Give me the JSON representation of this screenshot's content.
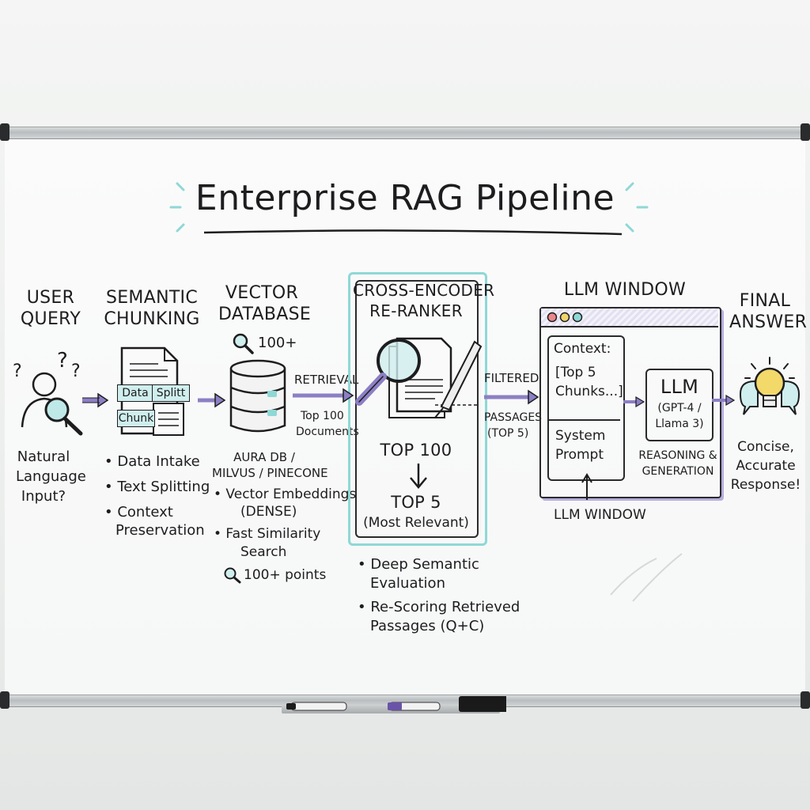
{
  "title": "Enterprise RAG Pipeline",
  "stages": {
    "user_query": {
      "heading": [
        "USER",
        "QUERY"
      ],
      "caption": [
        "Natural",
        "Language",
        "Input?"
      ]
    },
    "semantic_chunking": {
      "heading": [
        "SEMANTIC",
        "CHUNKING"
      ],
      "chips": [
        "Data",
        "Splitt",
        "Chunk"
      ],
      "bullets": [
        "• Data Intake",
        "• Text Splitting",
        "• Context",
        "Preservation"
      ]
    },
    "vector_database": {
      "heading": [
        "VECTOR",
        "DATABASE"
      ],
      "badge": "100+",
      "lines": [
        "AURA DB /",
        "MILVUS / PINECONE"
      ],
      "bullets": [
        "• Vector Embeddings",
        "(DENSE)",
        "• Fast Similarity",
        "Search"
      ],
      "footer": "100+ points"
    },
    "retrieval": {
      "label": "RETRIEVAL",
      "sub": [
        "Top 100",
        "Documents"
      ]
    },
    "re_ranker": {
      "heading": [
        "CROSS-ENCODER",
        "RE-RANKER"
      ],
      "top_100": "TOP 100",
      "top_5": "TOP 5",
      "top_5_sub": "(Most Relevant)",
      "bullets": [
        "• Deep Semantic",
        "Evaluation",
        "• Re-Scoring Retrieved",
        "Passages (Q+C)"
      ]
    },
    "filtered": {
      "label": "FILTERED",
      "sub": [
        "PASSAGES",
        "(TOP 5)"
      ]
    },
    "llm_window": {
      "heading": "LLM WINDOW",
      "context": [
        "Context:",
        "[Top 5",
        "Chunks...]"
      ],
      "system": [
        "System",
        "Prompt"
      ],
      "llm": "LLM",
      "llm_sub": [
        "(GPT-4 /",
        "Llama 3)"
      ],
      "reasoning": [
        "REASONING &",
        "GENERATION"
      ],
      "footer": "LLM WINDOW"
    },
    "final_answer": {
      "heading": [
        "FINAL",
        "ANSWER"
      ],
      "caption": [
        "Concise,",
        "Accurate",
        "Response!"
      ]
    }
  },
  "colors": {
    "ink": "#1d1d1f",
    "accent_purple": "#8c7fc4",
    "accent_teal": "#8fd8d6",
    "bulb_yellow": "#f3d86a"
  }
}
